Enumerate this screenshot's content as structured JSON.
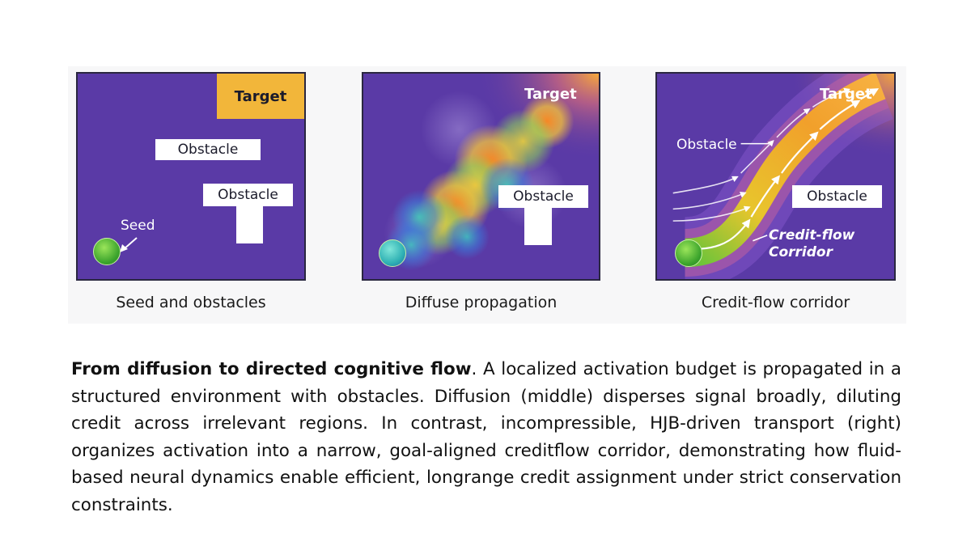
{
  "panels": [
    {
      "caption": "Seed and obstacles",
      "target": "Target",
      "obstacle_1": "Obstacle",
      "obstacle_2": "Obstacle",
      "seed": "Seed"
    },
    {
      "caption": "Diffuse propagation",
      "target": "Target",
      "obstacle": "Obstacle"
    },
    {
      "caption": "Credit-flow corridor",
      "target": "Target",
      "obstacle_1": "Obstacle",
      "obstacle_2": "Obstacle",
      "corridor_line1": "Credit-flow",
      "corridor_line2": "Corridor"
    }
  ],
  "colors": {
    "background": "#5a3aa6",
    "target": "#f2b63a",
    "seed": "#4cb83a",
    "obstacle": "#ffffff"
  },
  "paragraph": {
    "title": "From diffusion to directed cognitive flow",
    "body": ". A localized activation budget is propagated in a structured environment with obstacles. Diffusion (middle) disperses signal broadly, diluting credit across irrelevant regions. In contrast, incompressible, HJB-driven transport (right) organizes activation into a narrow, goal-aligned creditflow corridor, demonstrating how fluid-based neural dynamics enable efficient, longrange credit assignment under strict conservation constraints."
  }
}
